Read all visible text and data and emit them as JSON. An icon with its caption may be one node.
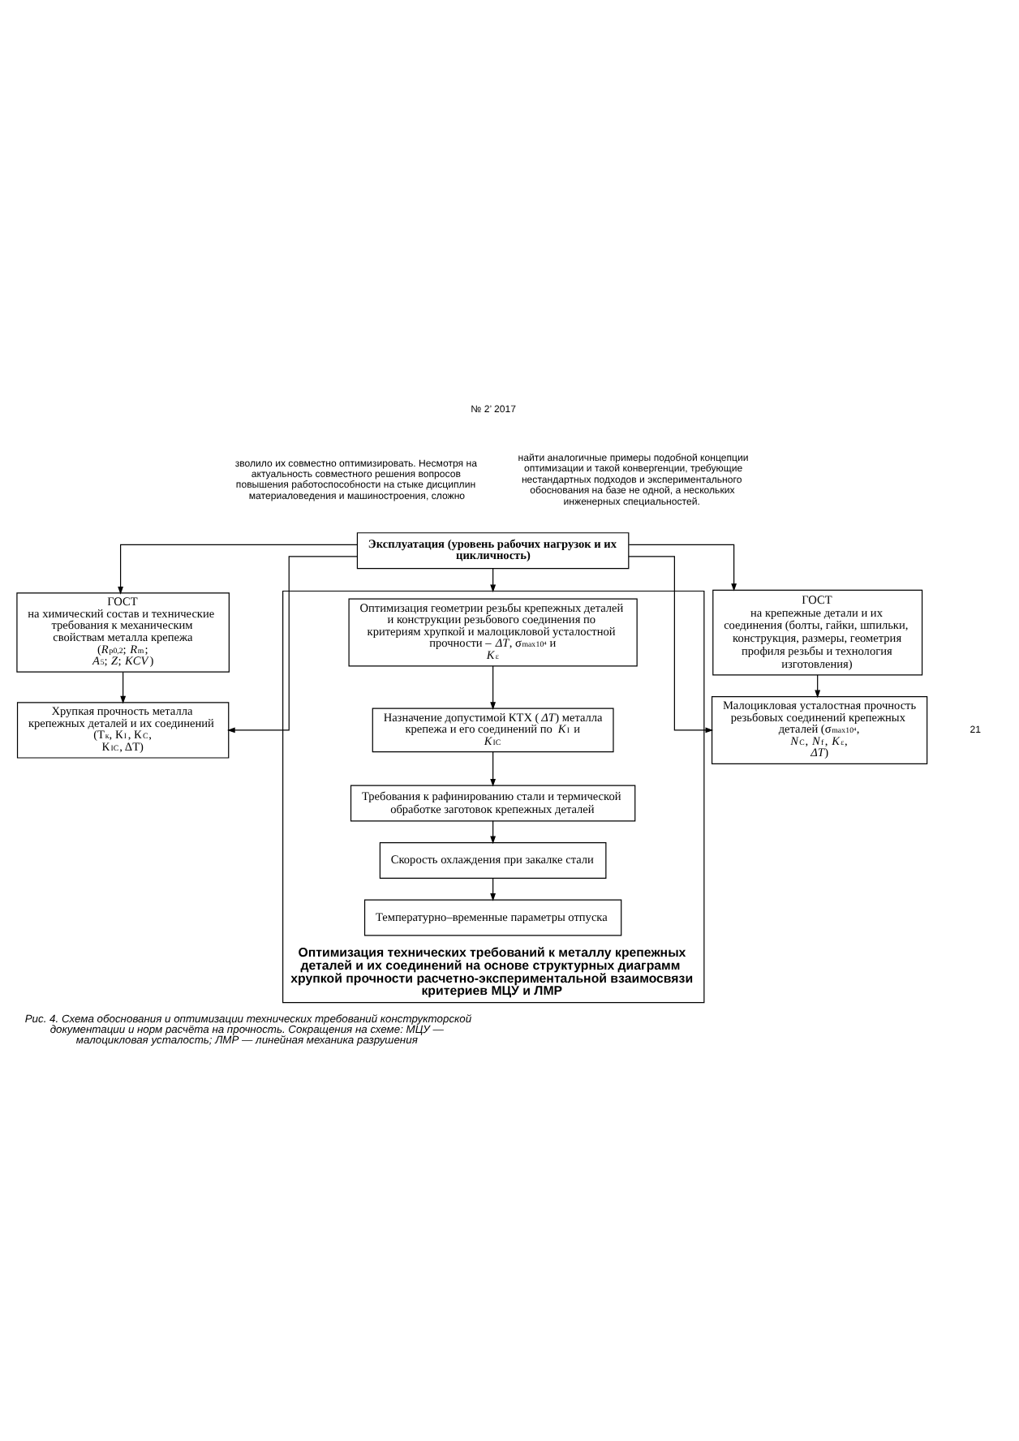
{
  "diagram": {
    "caption": "Рис. 4. Схема обоснования и оптимизации технических требований конструкторской документации и норм расчёта на прочность. Сокращения на схеме: МЦУ — малоцикловая усталость; ЛМР — линейная механика разрушения",
    "nodes": [
      {
        "text": [
          "Эксплуатация (уровень рабочих нагрузок и их цикличность)"
        ]
      },
      {
        "text": [
          "ГОСТ",
          "на химический состав и технические требования к механическим свойствам металла крепежа (*R*$_{p0,2}$; *R*$_{m}$; *A*$_{5}$; *Z*; *KCV*)"
        ]
      },
      {
        "text": [
          "ГОСТ",
          "на крепежные детали и их соединения (болты, гайки, шпильки, конструкция, размеры, геометрия профиля резьбы и технология изготовления)"
        ]
      },
      {
        "text": [
          "Хрупкая прочность металла крепежных деталей и их соединений (Т$_{к}$, К$_{I}$, К$_{C}$, К$_{IC}$, ΔТ)"
        ]
      },
      {
        "text": [
          "Малоцикловая усталостная прочность резьбовых соединений крепежных деталей (σ$_{max}$$^{10⁴}$, *N*$_{C}$, *N*$_{f}$, *K*$_{ε}$, *ΔT*)"
        ]
      },
      {
        "text": [
          "Оптимизация технических требований к металлу крепежных деталей и их соединений на основе структурных диаграмм хрупкой прочности расчетно-экспериментальной взаимосвязи критериев МЦУ и ЛМР"
        ]
      },
      {
        "text": [
          "Оптимизация геометрии резьбы крепежных деталей и конструкции резьбового соединения по критериям хрупкой и малоцикловой усталостной прочности – *ΔT*, σ$_{max}$$^{10⁴}$ и *K*$_{ε}$"
        ],
        "in": 5
      },
      {
        "text": [
          "Назначение допустимой КТХ (*ΔT*) металла крепежа и его соединений по *K*$_{I}$ и *K*$_{IC}$"
        ],
        "in": 5
      },
      {
        "text": [
          "Требования к рафинированию стали и термической обработке заготовок крепежных деталей"
        ],
        "in": 5
      },
      {
        "text": [
          "Скорость охлаждения при закалке стали"
        ],
        "in": 5
      },
      {
        "text": [
          "Температурно–временные параметры отпуска"
        ],
        "in": 5
      }
    ],
    "edges": [
      {
        "from": 0,
        "to": 1,
        "arrow": "to"
      },
      {
        "from": 0,
        "to": 2,
        "arrow": "to"
      },
      {
        "from": 1,
        "to": 3,
        "arrow": "to"
      },
      {
        "from": 2,
        "to": 4,
        "arrow": "to"
      },
      {
        "from": 0,
        "to": 3,
        "arrow": "to"
      },
      {
        "from": 0,
        "to": 4,
        "arrow": "to"
      },
      {
        "from": 0,
        "to": 5,
        "arrow": "to"
      },
      {
        "from": 6,
        "to": 7,
        "arrow": "to"
      },
      {
        "from": 7,
        "to": 8,
        "arrow": "to"
      },
      {
        "from": 8,
        "to": 9,
        "arrow": "to"
      },
      {
        "from": 9,
        "to": 10,
        "arrow": "to"
      }
    ],
    "labels": [
      "№ 2’ 2017",
      "зволило их совместно оптимизировать. Несмотря на актуальность совместного решения вопросов повышения работоспособности на стыке дисциплин материаловедения и машиностроения, сложно",
      "найти аналогичные примеры подобной концепции оптимизации и такой конвергенции, требующие нестандартных подходов и экспериментального обоснования на базе не одной, а нескольких инженерных специальностей.",
      "21"
    ]
  }
}
